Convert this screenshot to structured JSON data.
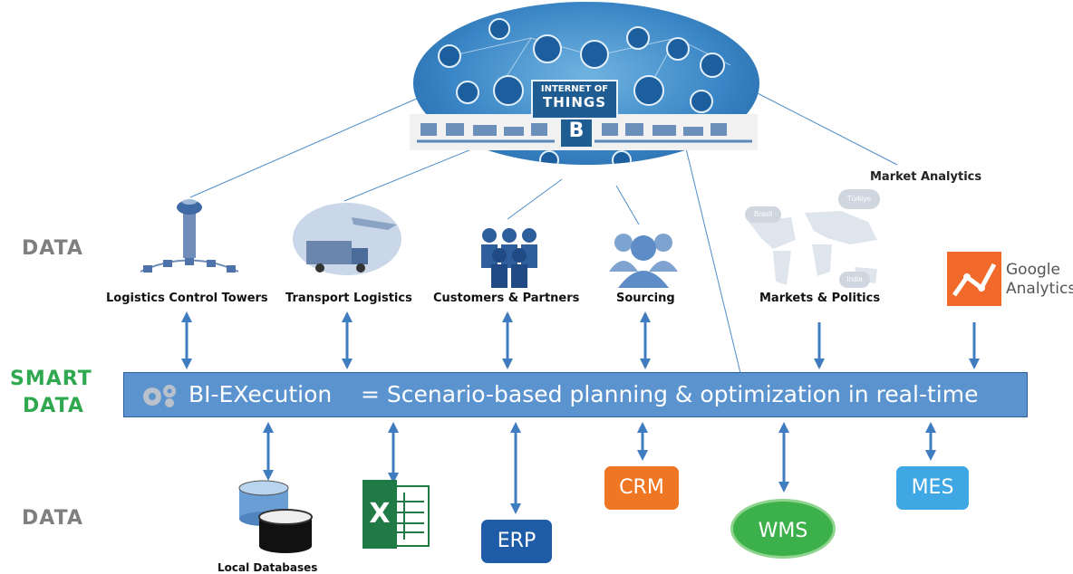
{
  "side_labels": {
    "data_top": "DATA",
    "smart_line1": "SMART",
    "smart_line2": "DATA",
    "data_bottom": "DATA"
  },
  "iot": {
    "badge_line1": "INTERNET OF",
    "badge_line2": "THINGS",
    "blockchain_symbol": "B"
  },
  "market_analytics": "Market Analytics",
  "sources": [
    {
      "label": "Logistics Control Towers",
      "icon": "control-tower-icon"
    },
    {
      "label": "Transport Logistics",
      "icon": "transport-icon"
    },
    {
      "label": "Customers & Partners",
      "icon": "people-group-icon"
    },
    {
      "label": "Sourcing",
      "icon": "sourcing-people-icon"
    },
    {
      "label": "Markets & Politics",
      "icon": "world-map-icon"
    }
  ],
  "map_bubbles": [
    "Brasil",
    "Türkiye",
    "India"
  ],
  "google": {
    "line1": "Google",
    "line2": "Analytics",
    "icon": "google-analytics-icon"
  },
  "bar": {
    "title": "BI-EXecution",
    "description": "= Scenario-based planning & optimization in real-time",
    "icon": "gears-icon"
  },
  "systems": {
    "local_db": "Local Databases",
    "excel": "X",
    "erp": "ERP",
    "crm": "CRM",
    "wms": "WMS",
    "mes": "MES"
  },
  "colors": {
    "bar": "#5b93cf",
    "arrow": "#3f7cc0",
    "smart": "#2fa84f",
    "crm": "#ef7622",
    "wms": "#3cb04a",
    "erp": "#1f5ca8",
    "mes": "#3fa7e3",
    "excel": "#1f7a45"
  }
}
